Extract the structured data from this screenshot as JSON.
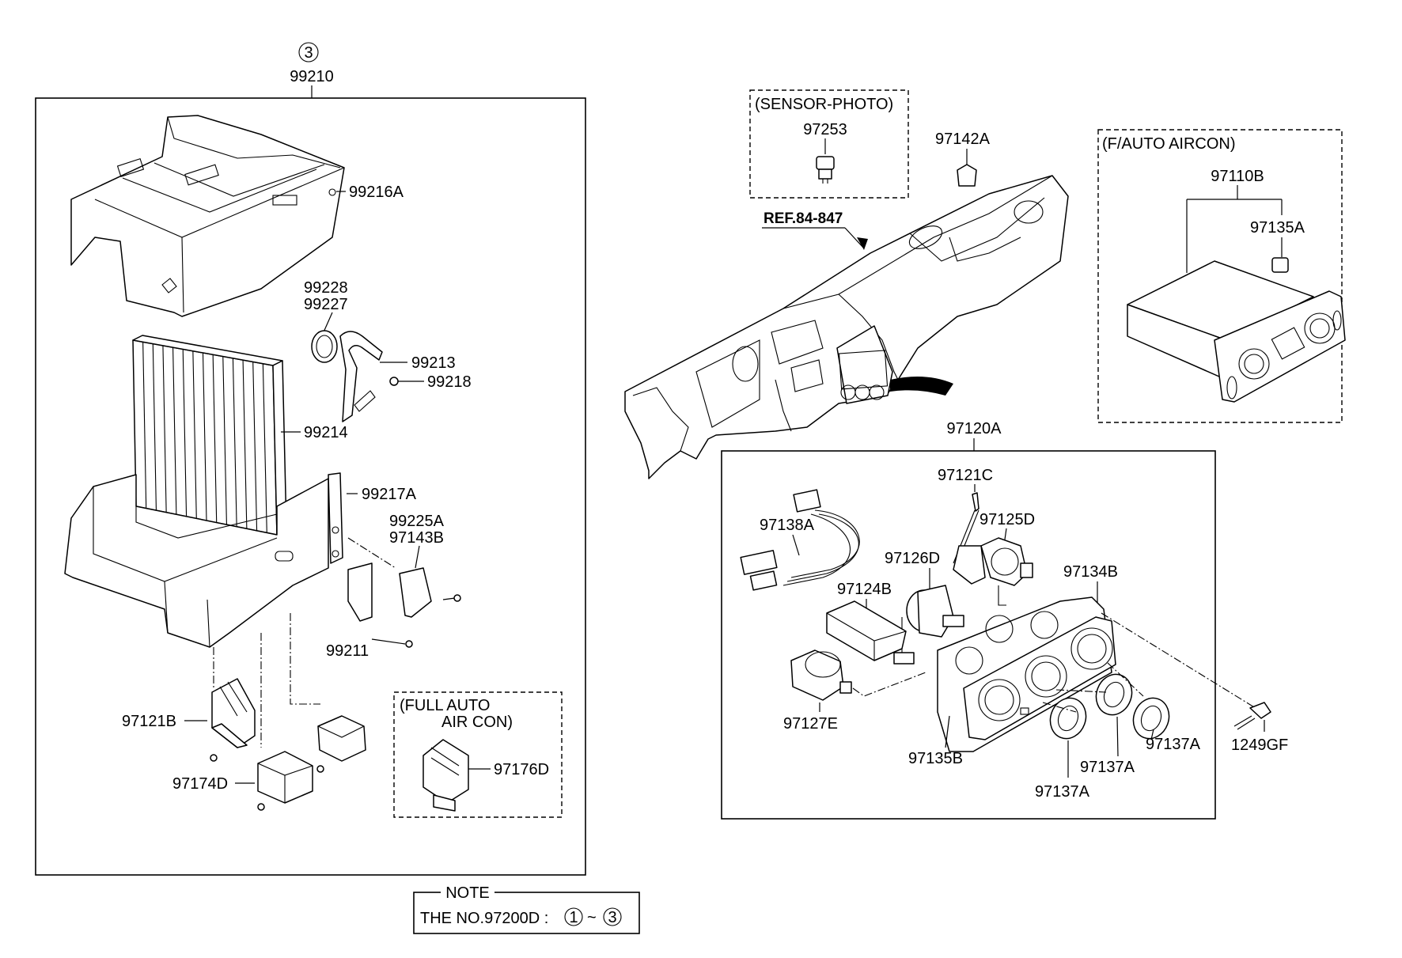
{
  "top_callout": {
    "circle": "3",
    "number": "99210"
  },
  "labels": {
    "p99216A": "99216A",
    "p99228": "99228",
    "p99227": "99227",
    "p99213": "99213",
    "p99218": "99218",
    "p99214": "99214",
    "p99217A": "99217A",
    "p99225A": "99225A",
    "p97143B": "97143B",
    "p99211": "99211",
    "p97121B": "97121B",
    "p97174D": "97174D",
    "p97176D": "97176D",
    "p97253": "97253",
    "p97142A": "97142A",
    "ref": "REF.84-847",
    "p97110B": "97110B",
    "p97135A": "97135A",
    "p97120A": "97120A",
    "p97121C": "97121C",
    "p97138A": "97138A",
    "p97125D": "97125D",
    "p97126D": "97126D",
    "p97134B": "97134B",
    "p97124B": "97124B",
    "p97127E": "97127E",
    "p97135B": "97135B",
    "p97137A_1": "97137A",
    "p97137A_2": "97137A",
    "p97137A_3": "97137A",
    "p1249GF": "1249GF"
  },
  "boxes": {
    "full_auto_line1": "(FULL AUTO",
    "full_auto_line2": "AIR CON)",
    "sensor_photo": "(SENSOR-PHOTO)",
    "f_auto_aircon": "(F/AUTO AIRCON)"
  },
  "note": {
    "title": "NOTE",
    "text": "THE NO.97200D :",
    "from": "1",
    "tilde": "~",
    "to": "3"
  }
}
